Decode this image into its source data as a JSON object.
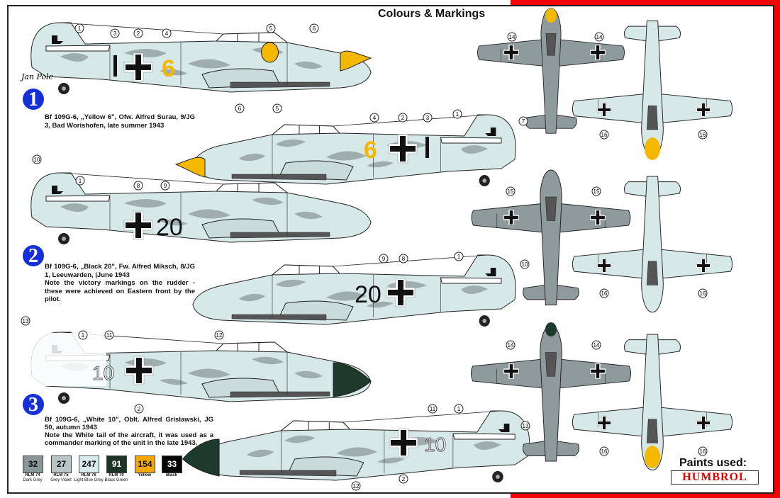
{
  "title": "Colours & Markings",
  "schemes": [
    {
      "number": "1",
      "caption": "Bf 109G-6, „Yellow 6\", Ofw. Alfred Surau, 9/JG 3, Bad Worishofen, late summer 1943",
      "code": "6",
      "signature": "Jan Polc"
    },
    {
      "number": "2",
      "caption": "Bf 109G-6, „Black 20\", Fw. Alfred Miksch, 8/JG 1, Leeuwarden, |June 1943",
      "note": "Note the victory markings on the rudder - these were achieved on Eastern front by the pilot.",
      "code": "20"
    },
    {
      "number": "3",
      "caption": "Bf 109G-6, „White 10\", Oblt. Alfred Grislawski, JG 50, autumn 1943",
      "note": "Note the White tail of the aircraft, it was used as a commander marking of the unit in the late 1943.",
      "code": "10"
    }
  ],
  "paints": [
    {
      "code": "32",
      "name": "RLM 74",
      "desc": "Dark Grey",
      "color": "#8a9798",
      "text_color": "#111"
    },
    {
      "code": "27",
      "name": "RLM 75",
      "desc": "Grey Violet",
      "color": "#b9c6c6",
      "text_color": "#111"
    },
    {
      "code": "247",
      "name": "RLM 76",
      "desc": "Light Blue Grey",
      "color": "#d9ebea",
      "text_color": "#111"
    },
    {
      "code": "91",
      "name": "RLM 70",
      "desc": "Black Green",
      "color": "#1d3326",
      "text_color": "#fff"
    },
    {
      "code": "154",
      "name": "Yellow",
      "desc": "",
      "color": "#f5a800",
      "text_color": "#111"
    },
    {
      "code": "33",
      "name": "Black",
      "desc": "",
      "color": "#050505",
      "text_color": "#fff"
    }
  ],
  "paints_used_label": "Paints used:",
  "brand": "HUMBROL",
  "callouts": [
    "1",
    "3",
    "2",
    "4",
    "5",
    "6",
    "6",
    "5",
    "4",
    "2",
    "3",
    "1",
    "7",
    "14",
    "14",
    "16",
    "16",
    "10",
    "1",
    "8",
    "9",
    "9",
    "8",
    "1",
    "10",
    "15",
    "15",
    "16",
    "16",
    "13",
    "1",
    "11",
    "12",
    "2",
    "11",
    "1",
    "13",
    "12",
    "2",
    "14",
    "14",
    "16",
    "16"
  ],
  "colors": {
    "red": "#f40000",
    "badge": "#1530d8",
    "upper": "#8e9a9c",
    "lower": "#d6e8e7",
    "yellow": "#f5b800",
    "green": "#1e3a2c"
  }
}
